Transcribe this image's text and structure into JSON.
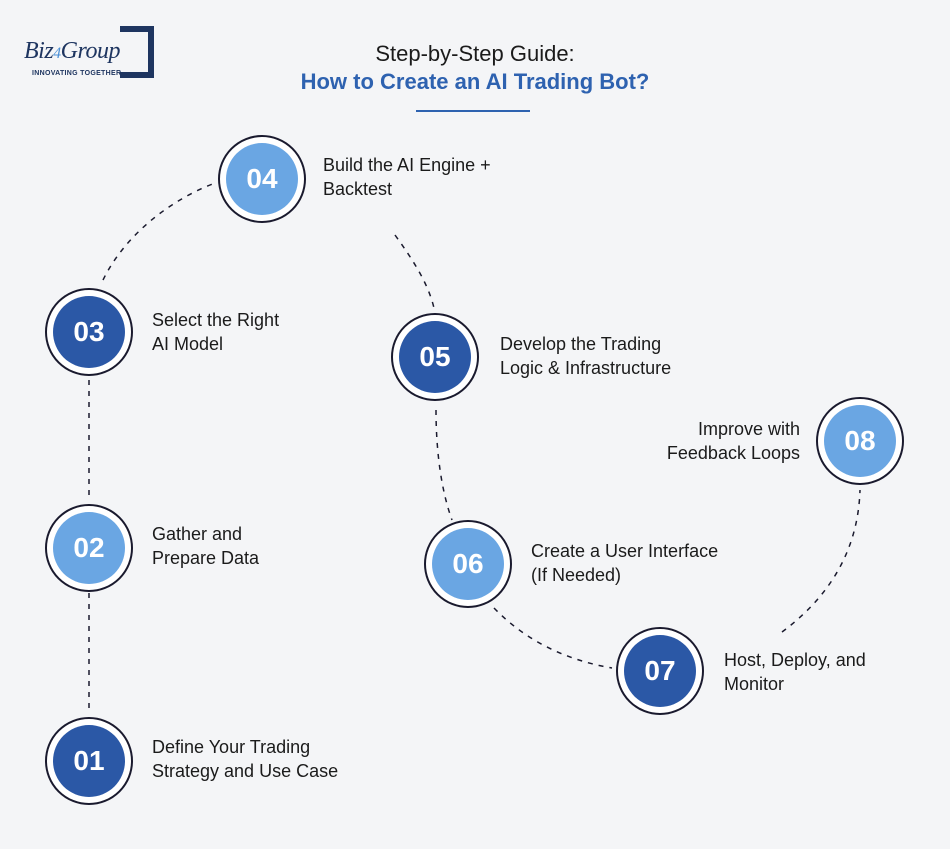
{
  "brand": {
    "name_part1": "Biz",
    "name_four": "4",
    "name_part2": "Group",
    "tagline": "INNOVATING TOGETHER"
  },
  "title": {
    "line1": "Step-by-Step Guide:",
    "line2": "How to Create an AI Trading Bot?"
  },
  "colors": {
    "dark_circle": "#2b58a6",
    "light_circle": "#6aa6e3",
    "accent": "#2e62b0",
    "brand_navy": "#1e3560"
  },
  "steps": [
    {
      "number": "01",
      "line1": "Define Your Trading",
      "line2": "Strategy and Use Case",
      "style": "dark"
    },
    {
      "number": "02",
      "line1": "Gather and",
      "line2": "Prepare Data",
      "style": "light"
    },
    {
      "number": "03",
      "line1": "Select the Right",
      "line2": "AI Model",
      "style": "dark"
    },
    {
      "number": "04",
      "line1": "Build the AI Engine +",
      "line2": "Backtest",
      "style": "light"
    },
    {
      "number": "05",
      "line1": "Develop the Trading",
      "line2": "Logic & Infrastructure",
      "style": "dark"
    },
    {
      "number": "06",
      "line1": "Create a User Interface",
      "line2": "(If Needed)",
      "style": "light"
    },
    {
      "number": "07",
      "line1": "Host, Deploy, and",
      "line2": "Monitor",
      "style": "dark"
    },
    {
      "number": "08",
      "line1": "Improve with",
      "line2": "Feedback Loops",
      "style": "light"
    }
  ]
}
